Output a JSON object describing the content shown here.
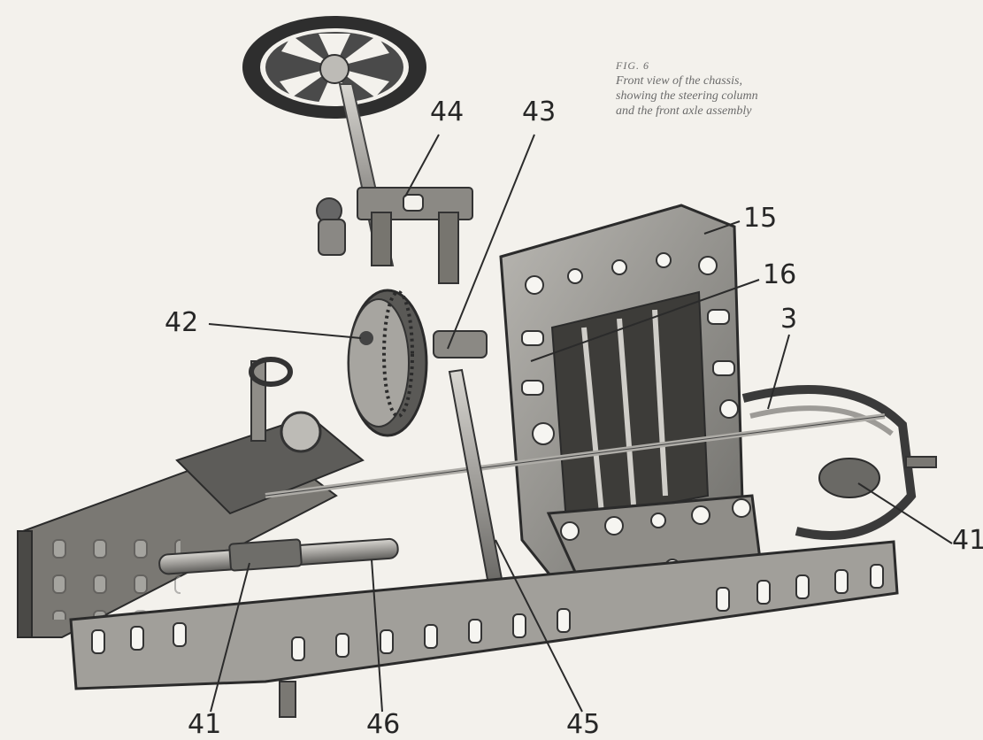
{
  "caption": {
    "figure_no": "FIG. 6",
    "lines": [
      "Front view of the chassis,",
      "showing the steering column",
      "and the front axle assembly"
    ]
  },
  "callouts": [
    "44",
    "43",
    "15",
    "16",
    "42",
    "3",
    "41",
    "41",
    "46",
    "45"
  ],
  "colors": {
    "background": "#f3f1ec",
    "metal_dark": "#3a3a3a",
    "metal_mid": "#7d7d7d",
    "metal_light": "#c9c9c6",
    "leader": "#2b2b2b"
  }
}
